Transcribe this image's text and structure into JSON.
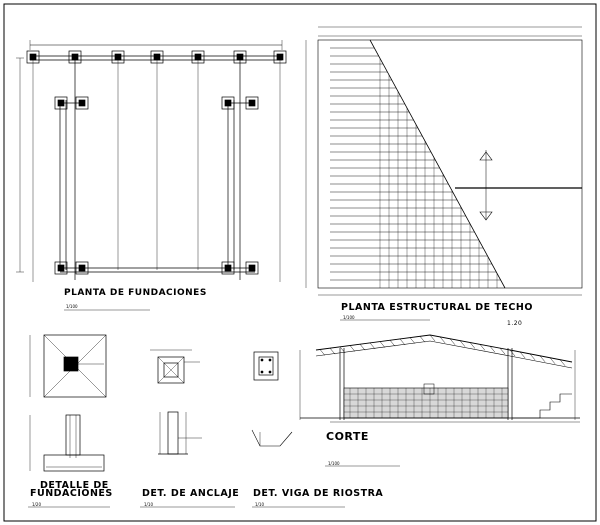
{
  "titles": {
    "planta_fundaciones": "PLANTA DE FUNDACIONES",
    "planta_techo": "PLANTA ESTRUCTURAL DE TECHO",
    "detalle_fundaciones_1": "DETALLE DE",
    "detalle_fundaciones_2": "FUNDACIONES",
    "det_anclaje": "DET. DE ANCLAJE",
    "det_viga_riostra": "DET. VIGA DE RIOSTRA",
    "corte": "CORTE"
  },
  "scales": {
    "fundaciones": "1/100",
    "techo": "1/100",
    "corte": "1/100",
    "detalle": "1/20",
    "anclaje": "1/10",
    "viga": "1/10"
  },
  "marks": {
    "elevation": "1.20"
  }
}
